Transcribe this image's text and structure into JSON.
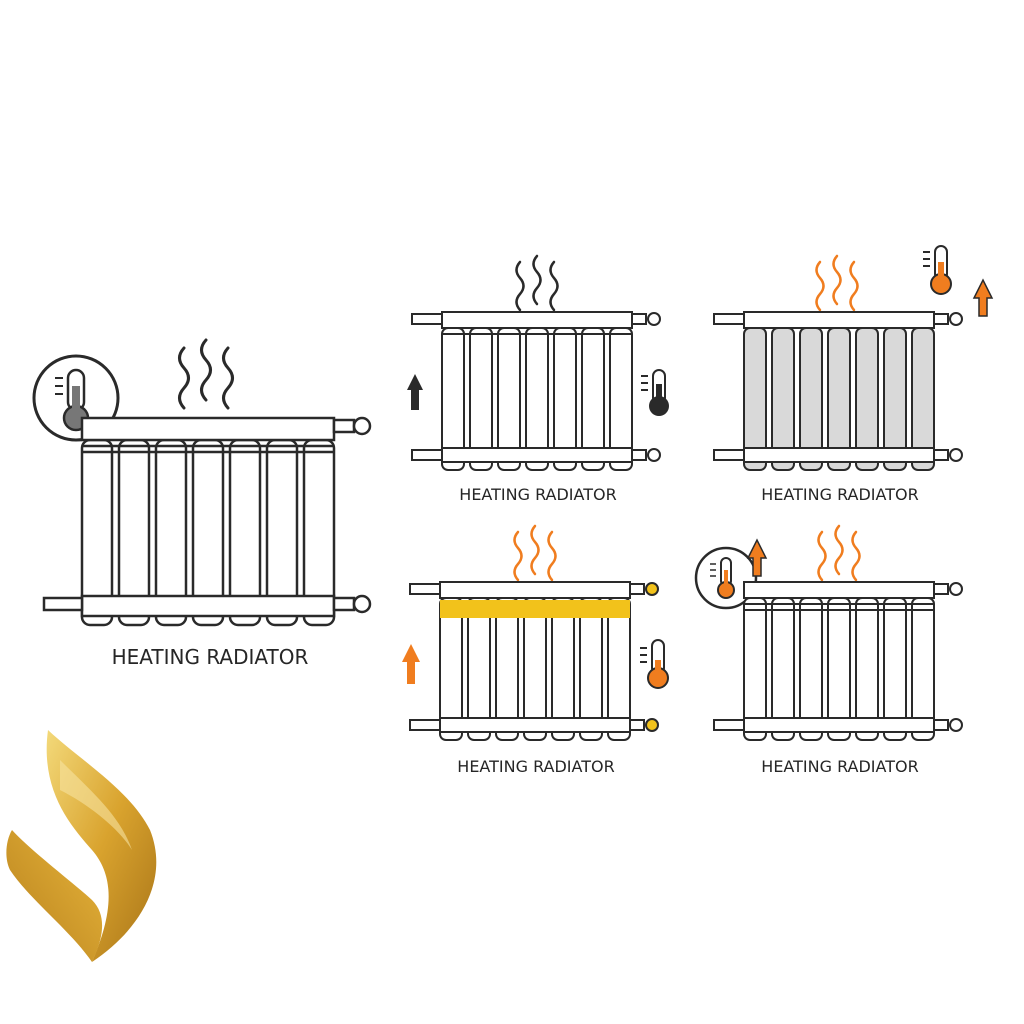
{
  "diagrams": {
    "main": {
      "label": "HEATING RADIATOR"
    },
    "cold": {
      "label": "HEATING RADIATOR"
    },
    "hot": {
      "label": "HEATING RADIATOR"
    },
    "warming": {
      "label": "HEATING RADIATOR"
    },
    "heated": {
      "label": "HEATING RADIATOR"
    }
  },
  "colors": {
    "outline": "#2a2a2a",
    "heat": "#f07d1f",
    "warm_band": "#f2c21b",
    "hot_fill": "#d9d9d9",
    "logo_gold": "#d79b24"
  },
  "icons": [
    "thermometer-icon",
    "arrow-up-icon",
    "heat-waves-icon",
    "logo-icon"
  ]
}
